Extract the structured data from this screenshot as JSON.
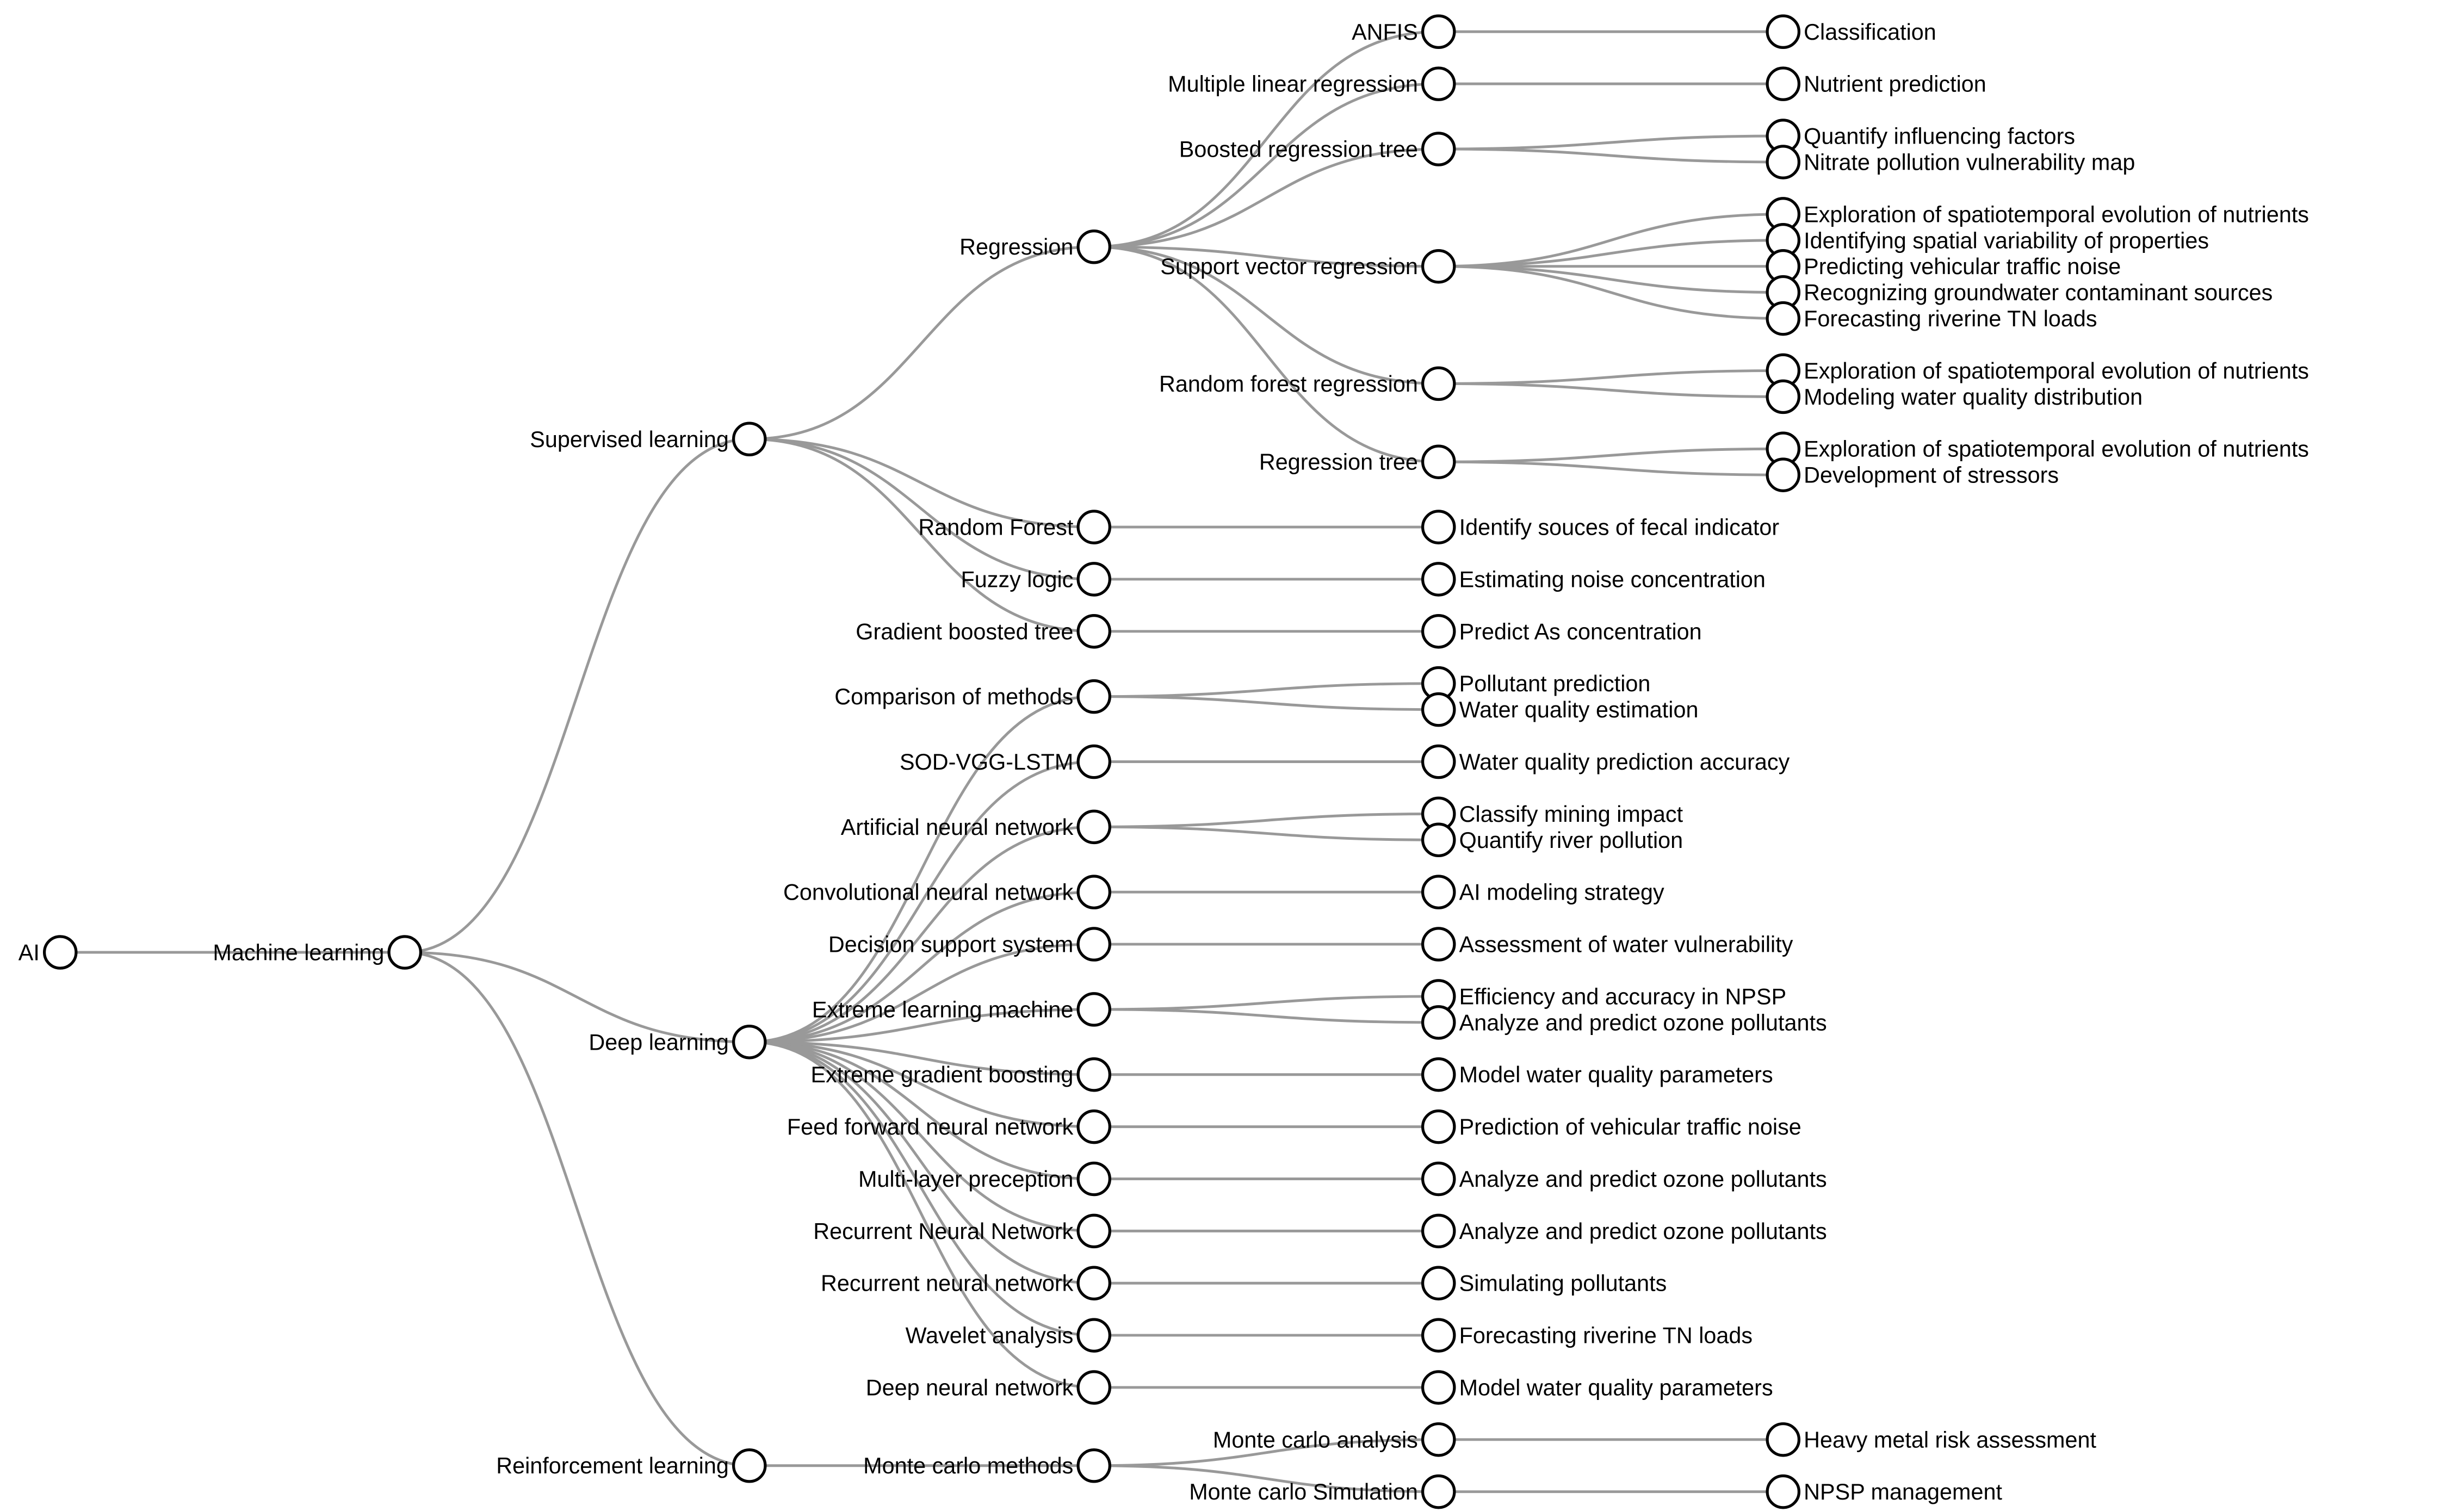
{
  "figure": {
    "type": "dendrogram",
    "description": "Taxonomy tree of AI / machine learning methods and their applications",
    "background_color": "#ffffff"
  },
  "style": {
    "link_color": "#999999",
    "node_fill": "#ffffff",
    "node_stroke": "#000000",
    "text_color": "#000000"
  },
  "tree": {
    "name": "AI",
    "children": [
      {
        "name": "Machine learning",
        "children": [
          {
            "name": "Supervised learning",
            "children": [
              {
                "name": "Regression",
                "children": [
                  {
                    "name": "ANFIS",
                    "children": [
                      {
                        "name": "Classification"
                      }
                    ]
                  },
                  {
                    "name": "Multiple linear regression",
                    "children": [
                      {
                        "name": "Nutrient prediction"
                      }
                    ]
                  },
                  {
                    "name": "Boosted regression tree",
                    "children": [
                      {
                        "name": "Quantify influencing factors"
                      },
                      {
                        "name": "Nitrate pollution vulnerability map"
                      }
                    ]
                  },
                  {
                    "name": "Support vector regression",
                    "children": [
                      {
                        "name": "Exploration of spatiotemporal evolution of nutrients"
                      },
                      {
                        "name": "Identifying spatial variability of properties"
                      },
                      {
                        "name": "Predicting vehicular traffic noise"
                      },
                      {
                        "name": "Recognizing groundwater contaminant sources"
                      },
                      {
                        "name": "Forecasting riverine TN loads"
                      }
                    ]
                  },
                  {
                    "name": "Random forest regression",
                    "children": [
                      {
                        "name": "Exploration of spatiotemporal evolution of nutrients"
                      },
                      {
                        "name": "Modeling water quality distribution"
                      }
                    ]
                  },
                  {
                    "name": "Regression tree",
                    "children": [
                      {
                        "name": "Exploration of spatiotemporal evolution of nutrients"
                      },
                      {
                        "name": "Development of stressors"
                      }
                    ]
                  }
                ]
              },
              {
                "name": "Random Forest",
                "children": [
                  {
                    "name": "Identify souces of fecal indicator"
                  }
                ]
              },
              {
                "name": "Fuzzy logic",
                "children": [
                  {
                    "name": "Estimating noise concentration"
                  }
                ]
              },
              {
                "name": "Gradient boosted tree",
                "children": [
                  {
                    "name": "Predict As concentration"
                  }
                ]
              }
            ]
          },
          {
            "name": "Deep learning",
            "children": [
              {
                "name": "Comparison of methods",
                "children": [
                  {
                    "name": "Pollutant prediction"
                  },
                  {
                    "name": "Water quality estimation"
                  }
                ]
              },
              {
                "name": "SOD-VGG-LSTM",
                "children": [
                  {
                    "name": "Water quality prediction accuracy"
                  }
                ]
              },
              {
                "name": "Artificial neural network",
                "children": [
                  {
                    "name": "Classify mining impact"
                  },
                  {
                    "name": "Quantify river pollution"
                  }
                ]
              },
              {
                "name": "Convolutional neural network",
                "children": [
                  {
                    "name": "AI modeling strategy"
                  }
                ]
              },
              {
                "name": "Decision support system",
                "children": [
                  {
                    "name": "Assessment of water vulnerability"
                  }
                ]
              },
              {
                "name": "Extreme learning machine",
                "children": [
                  {
                    "name": "Efficiency and accuracy in NPSP"
                  },
                  {
                    "name": "Analyze and predict ozone pollutants"
                  }
                ]
              },
              {
                "name": "Extreme gradient boosting",
                "children": [
                  {
                    "name": "Model water quality parameters"
                  }
                ]
              },
              {
                "name": "Feed forward neural network",
                "children": [
                  {
                    "name": "Prediction of vehicular traffic noise"
                  }
                ]
              },
              {
                "name": "Multi-layer preception",
                "children": [
                  {
                    "name": "Analyze and predict ozone pollutants"
                  }
                ]
              },
              {
                "name": "Recurrent Neural Network",
                "children": [
                  {
                    "name": "Analyze and predict ozone pollutants"
                  }
                ]
              },
              {
                "name": "Recurrent neural network",
                "children": [
                  {
                    "name": "Simulating pollutants"
                  }
                ]
              },
              {
                "name": "Wavelet analysis",
                "children": [
                  {
                    "name": "Forecasting riverine TN loads"
                  }
                ]
              },
              {
                "name": "Deep neural network",
                "children": [
                  {
                    "name": "Model water quality parameters"
                  }
                ]
              }
            ]
          },
          {
            "name": "Reinforcement learning",
            "children": [
              {
                "name": "Monte carlo methods",
                "children": [
                  {
                    "name": "Monte carlo analysis",
                    "children": [
                      {
                        "name": "Heavy metal risk assessment"
                      }
                    ]
                  },
                  {
                    "name": "Monte carlo Simulation",
                    "children": [
                      {
                        "name": "NPSP management"
                      }
                    ]
                  }
                ]
              }
            ]
          }
        ]
      }
    ]
  }
}
